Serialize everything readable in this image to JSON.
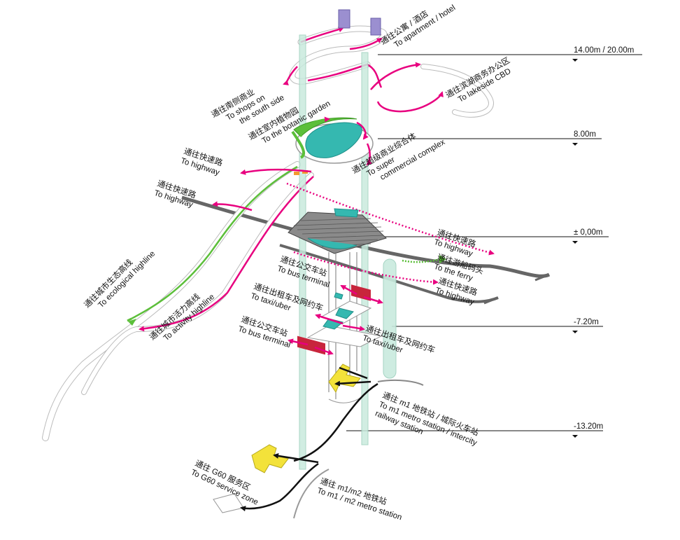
{
  "colors": {
    "pedestrian_magenta": "#e8007f",
    "eco_green": "#5cbf3a",
    "plaza_teal": "#35b8b0",
    "elevator_tube": "#bfe6d8",
    "bus_red": "#c8253c",
    "station_yellow": "#f3e23a",
    "building_purple": "#9b8fd0",
    "road_gray": "#555555",
    "route_black": "#111111"
  },
  "levels": [
    {
      "label": "14.00m / 20.00m"
    },
    {
      "label": "8.00m"
    },
    {
      "label": "± 0,00m"
    },
    {
      "label": "-7.20m"
    },
    {
      "label": "-13.20m"
    }
  ],
  "labels": {
    "apartment": {
      "cn": "通往公寓 / 酒店",
      "en": "To apartment / hotel"
    },
    "lakeside": {
      "cn": "通往滨湖商务办公区",
      "en": "To lakeside CBD"
    },
    "shops": {
      "cn": "通往南侧商业",
      "en1": "To shops on",
      "en2": "the south side"
    },
    "garden": {
      "cn": "通往室内植物园",
      "en": "To the botanic garden"
    },
    "commercial": {
      "cn": "通往超级商业综合体",
      "en1": "To super",
      "en2": "commercial complex"
    },
    "highway1": {
      "cn": "通往快速路",
      "en": "To highway"
    },
    "highway2": {
      "cn": "通往快速路",
      "en": "To highway"
    },
    "highway3": {
      "cn": "通往快速路",
      "en": "To highway"
    },
    "highway4": {
      "cn": "通往快速路",
      "en": "To highway"
    },
    "ferry": {
      "cn": "通往游船码头",
      "en": "To the ferry"
    },
    "bus1": {
      "cn": "通往公交车站",
      "en": "To bus terminal"
    },
    "taxi1": {
      "cn": "通往出租车及网约车",
      "en": "To taxi/uber"
    },
    "bus2": {
      "cn": "通往公交车站",
      "en": "To bus terminal"
    },
    "taxi2": {
      "cn": "通往出租车及网约车",
      "en": "To taxi/uber"
    },
    "eco": {
      "cn": "通往城市生态高线",
      "en": "To ecological highline"
    },
    "activity": {
      "cn": "通往城市活力高线",
      "en": "To activity highline"
    },
    "metro_m1": {
      "cn": "通往 m1 地铁站 / 城际火车站",
      "en1": "To m1 metro station / intercity",
      "en2": "railway station"
    },
    "metro_m1m2": {
      "cn": "通往 m1/m2 地铁站",
      "en": "To m1 / m2 metro station"
    },
    "g60": {
      "cn": "通往 G60 服务区",
      "en": "To G60 service zone"
    }
  }
}
